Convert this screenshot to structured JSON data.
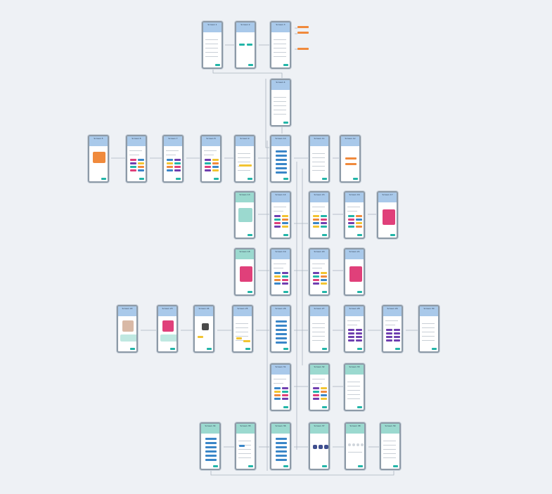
{
  "canvas": {
    "background": "#eef1f5",
    "wire_color": "#aab4bf",
    "accent_blue": "#3a86c8",
    "accent_teal": "#22b5a8",
    "accent_orange": "#f08a3c",
    "accent_purple": "#6f3fb0",
    "accent_yellow": "#f2c431",
    "accent_pink": "#e0407a"
  },
  "screens": [
    {
      "title": "Screen 1"
    },
    {
      "title": "Screen 2"
    },
    {
      "title": "Screen 3"
    },
    {
      "title": "Screen 4"
    },
    {
      "title": "Screen 5"
    },
    {
      "title": "Screen 6"
    },
    {
      "title": "Screen 7"
    },
    {
      "title": "Screen 8"
    },
    {
      "title": "Screen 9"
    },
    {
      "title": "Screen 10"
    },
    {
      "title": "Screen 11"
    },
    {
      "title": "Screen 12"
    },
    {
      "title": "Screen 13"
    },
    {
      "title": "Screen 14"
    },
    {
      "title": "Screen 15"
    },
    {
      "title": "Screen 16"
    },
    {
      "title": "Screen 17"
    },
    {
      "title": "Screen 18"
    },
    {
      "title": "Screen 19"
    },
    {
      "title": "Screen 20"
    },
    {
      "title": "Screen 21"
    },
    {
      "title": "Screen 22"
    },
    {
      "title": "Screen 23"
    },
    {
      "title": "Screen 24"
    },
    {
      "title": "Screen 25"
    },
    {
      "title": "Screen 26"
    },
    {
      "title": "Screen 27"
    },
    {
      "title": "Screen 28"
    },
    {
      "title": "Screen 29"
    },
    {
      "title": "Screen 30"
    },
    {
      "title": "Screen 31"
    },
    {
      "title": "Screen 32"
    },
    {
      "title": "Screen 33"
    },
    {
      "title": "Screen 34"
    },
    {
      "title": "Screen 35"
    },
    {
      "title": "Screen 36"
    },
    {
      "title": "Screen 37"
    },
    {
      "title": "Screen 38"
    },
    {
      "title": "Screen 39"
    },
    {
      "title": "Screen 40"
    },
    {
      "title": "Screen 41"
    },
    {
      "title": "Screen 42"
    },
    {
      "title": "Screen 43"
    },
    {
      "title": "Screen 44"
    },
    {
      "title": "Screen 45"
    },
    {
      "title": "Screen 46"
    },
    {
      "title": "Screen 47"
    },
    {
      "title": "Screen 48"
    }
  ]
}
